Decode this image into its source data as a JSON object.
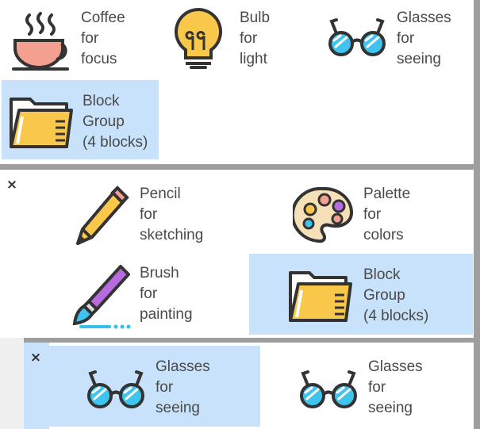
{
  "top_group": {
    "items": [
      {
        "lines": [
          "Coffee",
          "for",
          "focus"
        ],
        "icon": "coffee-cup-icon",
        "selected": false
      },
      {
        "lines": [
          "Bulb",
          "for",
          "light"
        ],
        "icon": "light-bulb-icon",
        "selected": false
      },
      {
        "lines": [
          "Glasses",
          "for",
          "seeing"
        ],
        "icon": "glasses-icon",
        "selected": false
      },
      {
        "lines": [
          "Block",
          "Group",
          "(4 blocks)"
        ],
        "icon": "folder-icon",
        "selected": true
      }
    ]
  },
  "middle_group": {
    "close_label": "×",
    "items": [
      {
        "lines": [
          "Pencil",
          "for",
          "sketching"
        ],
        "icon": "pencil-icon",
        "selected": false
      },
      {
        "lines": [
          "Palette",
          "for",
          "colors"
        ],
        "icon": "palette-icon",
        "selected": false
      },
      {
        "lines": [
          "Brush",
          "for",
          "painting"
        ],
        "icon": "brush-icon",
        "selected": false
      },
      {
        "lines": [
          "Block",
          "Group",
          "(4 blocks)"
        ],
        "icon": "folder-icon",
        "selected": true
      }
    ]
  },
  "bottom_group": {
    "close_label": "×",
    "items": [
      {
        "lines": [
          "Glasses",
          "for",
          "seeing"
        ],
        "icon": "glasses-icon",
        "selected": true
      },
      {
        "lines": [
          "Glasses",
          "for",
          "seeing"
        ],
        "icon": "glasses-icon",
        "selected": false
      }
    ]
  },
  "colors": {
    "selection": "#c8e2fb",
    "divider": "#9e9e9e",
    "text": "#4a4a4a",
    "outline": "#333333",
    "folder": "#f9c84a",
    "lens": "#3fc3ef",
    "bulb": "#f9c84a",
    "cup": "#f4a090",
    "brush_handle": "#b66be0",
    "paint": "#31c0f0"
  }
}
